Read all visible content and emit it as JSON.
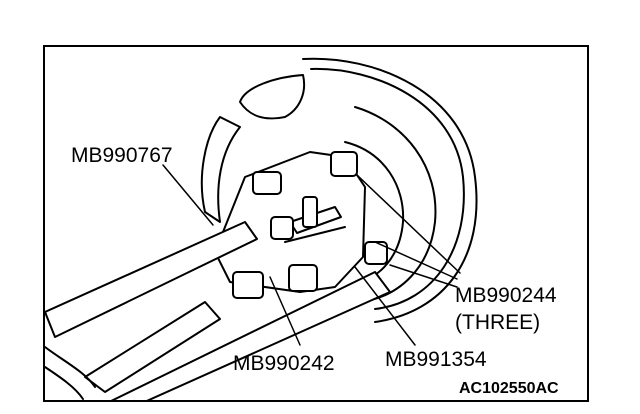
{
  "labels": {
    "mb990767": "MB990767",
    "mb990244": "MB990244",
    "three": "(THREE)",
    "mb990242": "MB990242",
    "mb991354": "MB991354",
    "figure_code": "AC102550AC"
  }
}
